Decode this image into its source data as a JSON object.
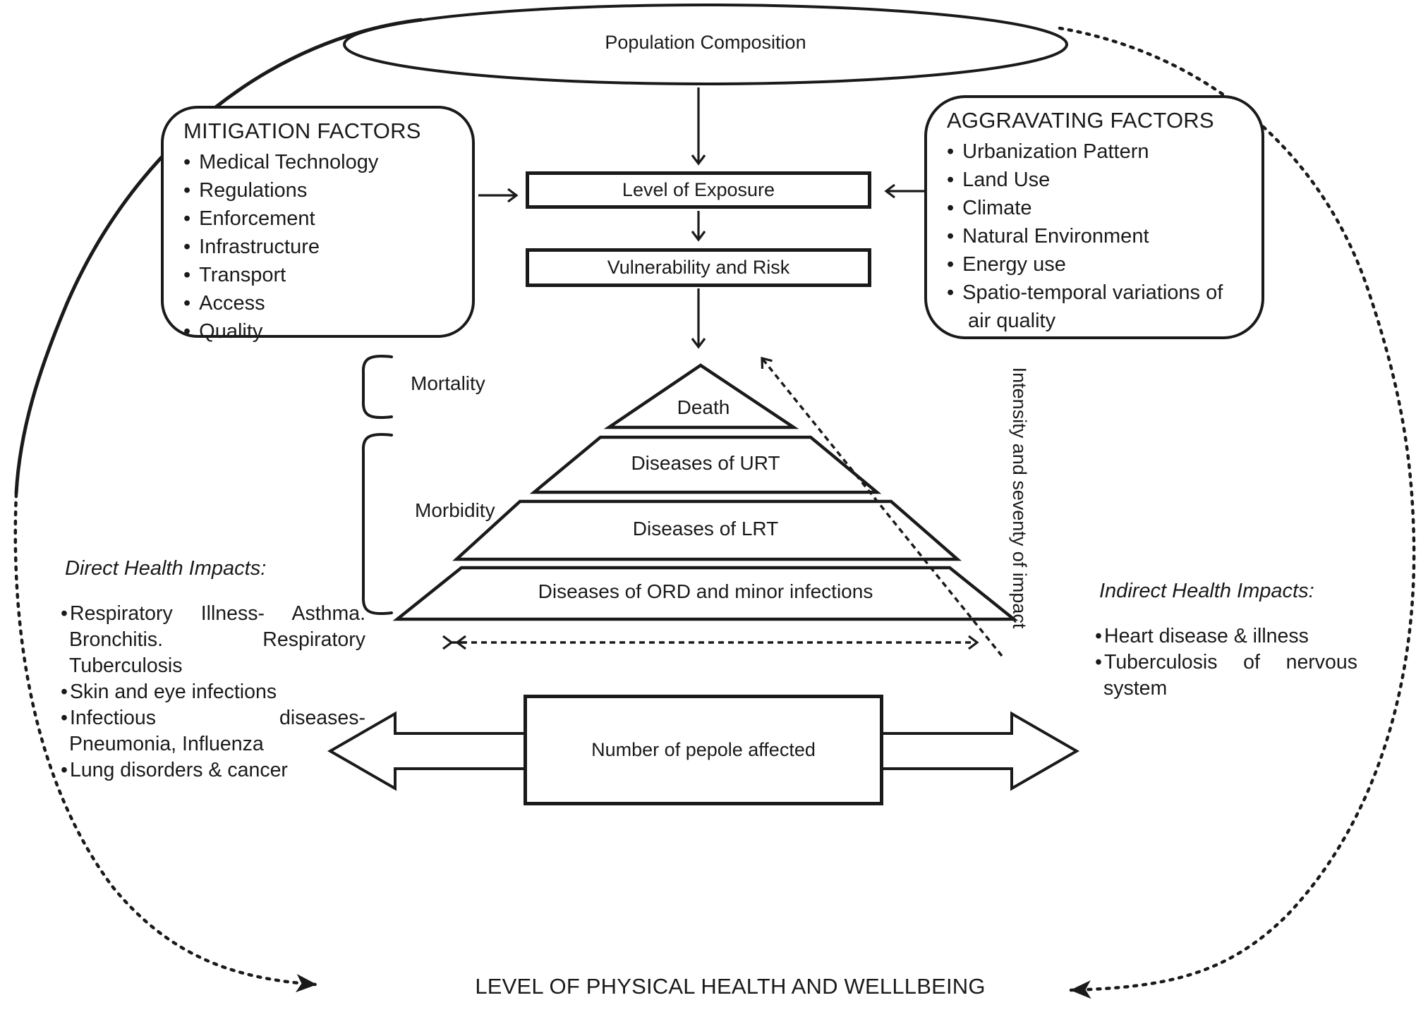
{
  "colors": {
    "ink": "#1a1a1a",
    "background": "#ffffff"
  },
  "ellipse": {
    "label": "Population Composition"
  },
  "mitigation": {
    "title": "MITIGATION FACTORS",
    "items": [
      "Medical Technology",
      "Regulations",
      "Enforcement",
      "Infrastructure",
      "Transport",
      "Access",
      "Quality"
    ]
  },
  "aggravating": {
    "title": "AGGRAVATING FACTORS",
    "items": [
      "Urbanization Pattern",
      "Land Use",
      "Climate",
      "Natural Environment",
      "Energy use",
      "Spatio-temporal variations of air quality"
    ]
  },
  "flow": {
    "exposure": "Level of Exposure",
    "vulnerability": "Vulnerability and Risk"
  },
  "brackets": {
    "mortality": "Mortality",
    "morbidity": "Morbidity"
  },
  "pyramid": {
    "levels": [
      "Death",
      "Diseases of URT",
      "Diseases of LRT",
      "Diseases of ORD and minor infections"
    ]
  },
  "direct_impacts": {
    "title": "Direct Health Impacts:",
    "items": [
      [
        "Respiratory Illness- Asthma.",
        "Bronchitis. Respiratory",
        "Tuberculosis"
      ],
      [
        "Skin and eye infections"
      ],
      [
        "Infectious diseases-",
        "Pneumonia, Influenza"
      ],
      [
        "Lung disorders & cancer"
      ]
    ]
  },
  "indirect_impacts": {
    "title": "Indirect Health Impacts:",
    "items": [
      [
        "Heart disease & illness"
      ],
      [
        "Tuberculosis of nervous",
        "system"
      ]
    ]
  },
  "axis_labels": {
    "intensity": "Intensity and seventy of impact",
    "people": "Number of pepole affected"
  },
  "footer": {
    "label": "LEVEL OF PHYSICAL HEALTH AND WELLLBEING"
  }
}
